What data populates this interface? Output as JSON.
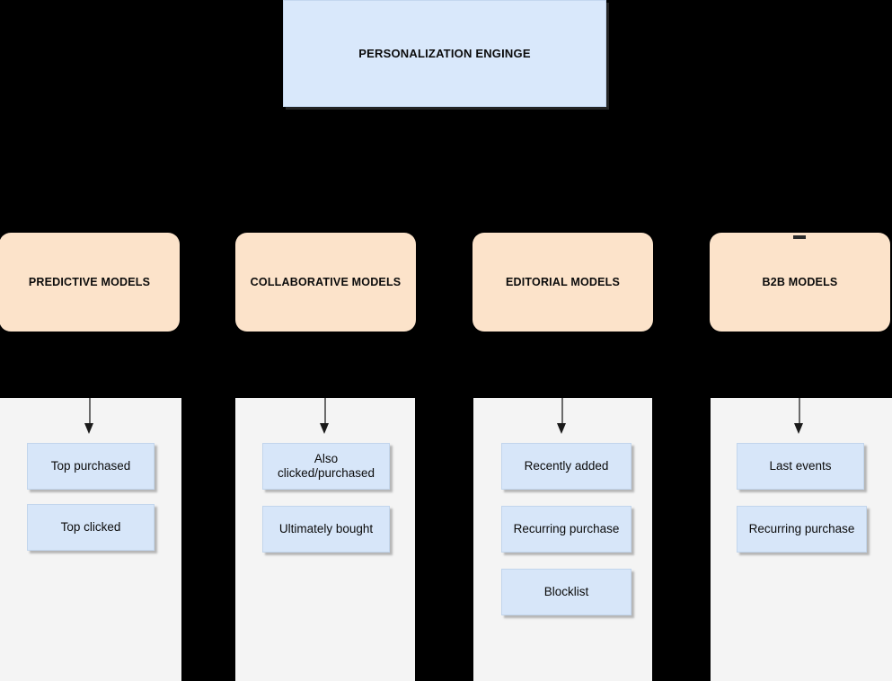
{
  "diagram": {
    "background_color": "#000000",
    "engine": {
      "label": "PERSONALIZATION ENGINGE",
      "fill": "#d9e8fb"
    },
    "columns": [
      {
        "model_label": "PREDICTIVE MODELS",
        "model_fill": "#fce3ca",
        "panel_fill": "#f4f4f4",
        "items": [
          {
            "label": "Top purchased"
          },
          {
            "label": "Top clicked"
          }
        ]
      },
      {
        "model_label": "COLLABORATIVE MODELS",
        "model_fill": "#fce3ca",
        "panel_fill": "#f4f4f4",
        "items": [
          {
            "label": "Also\nclicked/purchased"
          },
          {
            "label": "Ultimately bought"
          }
        ]
      },
      {
        "model_label": "EDITORIAL MODELS",
        "model_fill": "#fce3ca",
        "panel_fill": "#f4f4f4",
        "items": [
          {
            "label": "Recently added"
          },
          {
            "label": "Recurring purchase"
          },
          {
            "label": "Blocklist"
          }
        ]
      },
      {
        "model_label": "B2B MODELS",
        "model_fill": "#fce3ca",
        "panel_fill": "#f4f4f4",
        "items": [
          {
            "label": "Last events"
          },
          {
            "label": "Recurring purchase"
          }
        ]
      }
    ],
    "item_fill": "#d7e6f9",
    "connector_color": "#6b6b6b"
  }
}
